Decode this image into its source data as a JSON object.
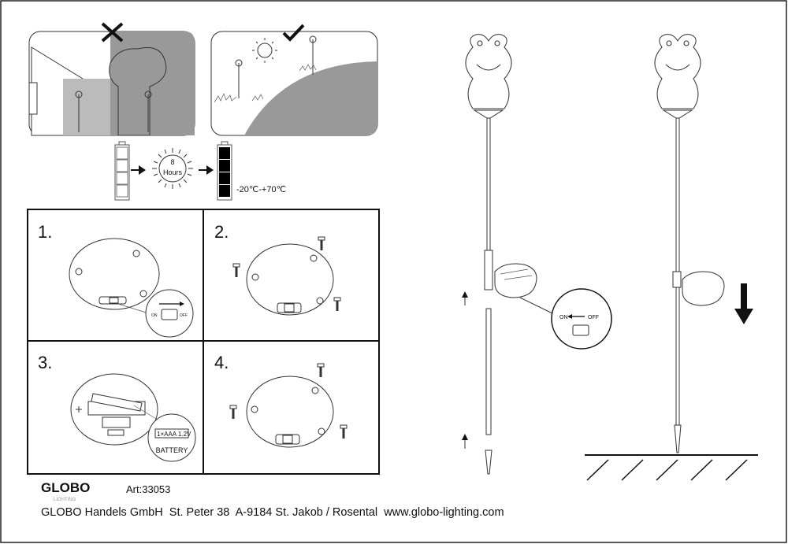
{
  "battery_row": {
    "hours_number": "8",
    "hours_label": "Hours",
    "temperature_range": "-20℃-+70℃"
  },
  "steps": [
    {
      "number": "1.",
      "switch_on": "ON",
      "switch_off": "OFF"
    },
    {
      "number": "2."
    },
    {
      "number": "3.",
      "battery_spec": "1×AAA 1.2V",
      "battery_label": "BATTERY"
    },
    {
      "number": "4."
    }
  ],
  "lamp_switch": {
    "on": "ON",
    "off": "OFF"
  },
  "footer": {
    "logo": "GLOBO",
    "logo_sub": "LIGHTING",
    "article": "Art:33053",
    "address": "GLOBO Handels GmbH  St. Peter 38  A-9184 St. Jakob / Rosental  www.globo-lighting.com"
  },
  "colors": {
    "line": "#333333",
    "shade": "#aaaaaa",
    "dark_shade": "#888888"
  }
}
